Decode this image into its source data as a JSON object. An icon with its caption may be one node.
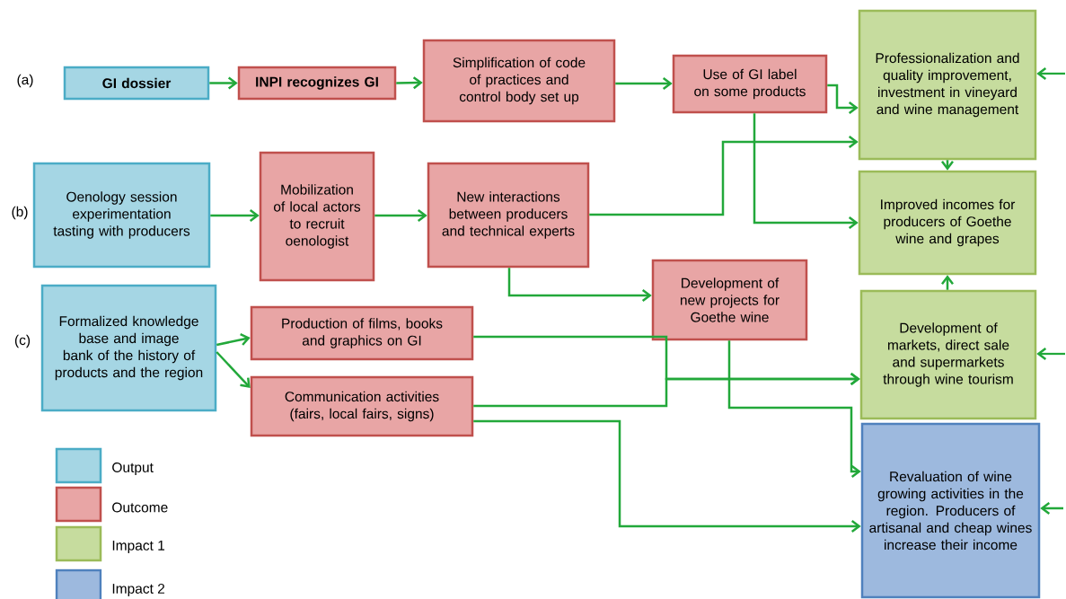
{
  "diagram": {
    "nodes": [
      {
        "text": [
          "GI dossier"
        ]
      },
      {
        "text": [
          "INPI recognizes GI"
        ]
      },
      {
        "text": [
          "Simplification of code of practices and control body set up"
        ]
      },
      {
        "text": [
          "Use of GI label on some products"
        ]
      },
      {
        "text": [
          "Professionalization and quality improvement, investment in vineyard and wine management"
        ]
      },
      {
        "text": [
          "Oenology session experimentation tasting with producers"
        ]
      },
      {
        "text": [
          "Mobilization of local actors to recruit oenologist"
        ]
      },
      {
        "text": [
          "New interactions between producers and technical experts"
        ]
      },
      {
        "text": [
          "Improved incomes for producers of Goethe wine and grapes"
        ]
      },
      {
        "text": [
          "Formalized knowledge base and image bank of the history of products and the region"
        ]
      },
      {
        "text": [
          "Development of new projects for Goethe wine"
        ]
      },
      {
        "text": [
          "Production of films, books and graphics on GI"
        ]
      },
      {
        "text": [
          "Development of markets, direct sale and supermarkets through wine tourism"
        ]
      },
      {
        "text": [
          "Communication activities (fairs, local fairs, signs)"
        ]
      },
      {
        "text": [
          "Revaluation of wine growing activities in the region. Producers of artisanal and cheap wines increase their income"
        ]
      }
    ],
    "edges": [
      {
        "from": 0,
        "to": 1,
        "arrow": "to"
      },
      {
        "from": 1,
        "to": 2,
        "arrow": "to"
      },
      {
        "from": 2,
        "to": 3,
        "arrow": "to"
      },
      {
        "from": 3,
        "to": 4,
        "arrow": "to"
      },
      {
        "from": 3,
        "to": 8,
        "arrow": "to"
      },
      {
        "from": 7,
        "to": 4,
        "arrow": "to"
      },
      {
        "from": 5,
        "to": 6,
        "arrow": "to"
      },
      {
        "from": 6,
        "to": 7,
        "arrow": "to"
      },
      {
        "from": 4,
        "to": 8,
        "arrow": "to"
      },
      {
        "from": 12,
        "to": 8,
        "arrow": "to"
      },
      {
        "from": 9,
        "to": 11,
        "arrow": "to"
      },
      {
        "from": 9,
        "to": 13,
        "arrow": "to"
      },
      {
        "from": 7,
        "to": 10,
        "arrow": "to"
      },
      {
        "from": 11,
        "to": 12,
        "arrow": "to"
      },
      {
        "from": 13,
        "to": 12,
        "arrow": "to"
      },
      {
        "from": 10,
        "to": 14,
        "arrow": "to"
      },
      {
        "from": 13,
        "to": 14,
        "arrow": "to"
      },
      {
        "from": null,
        "to": 4,
        "arrow": "to"
      },
      {
        "from": null,
        "to": 12,
        "arrow": "to"
      },
      {
        "from": null,
        "to": 14,
        "arrow": "to"
      }
    ],
    "labels": [
      "(a)",
      "(b)",
      "(c)"
    ],
    "legend": [
      {
        "text": "Output",
        "color": "#a5d6e4"
      },
      {
        "text": "Outcome",
        "color": "#e8a5a5"
      },
      {
        "text": "Impact 1",
        "color": "#c6dc9e"
      },
      {
        "text": "Impact 2",
        "color": "#9db9de"
      }
    ]
  }
}
